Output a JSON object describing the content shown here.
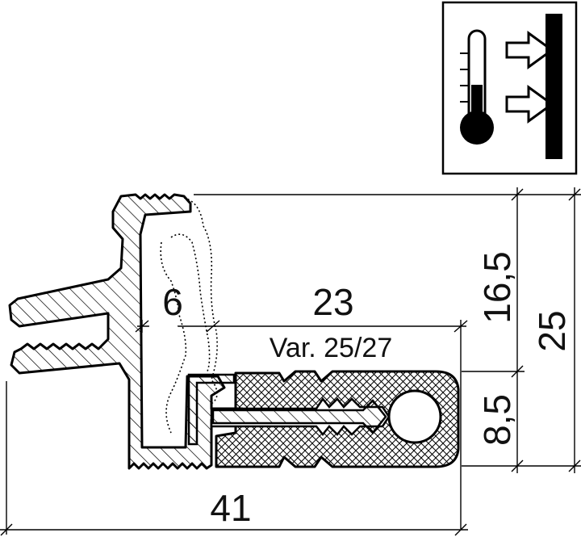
{
  "dimensions": {
    "width_6": "6",
    "width_23": "23",
    "variant": "Var. 25/27",
    "total_width": "41",
    "upper_height": "16,5",
    "lower_height": "8,5",
    "total_height": "25"
  },
  "icon": {
    "name": "thermometer-heat-icon",
    "description_colors": {
      "stroke": "#000000",
      "fill": "#000000"
    }
  },
  "colors": {
    "ink": "#000000",
    "paper": "#ffffff"
  }
}
